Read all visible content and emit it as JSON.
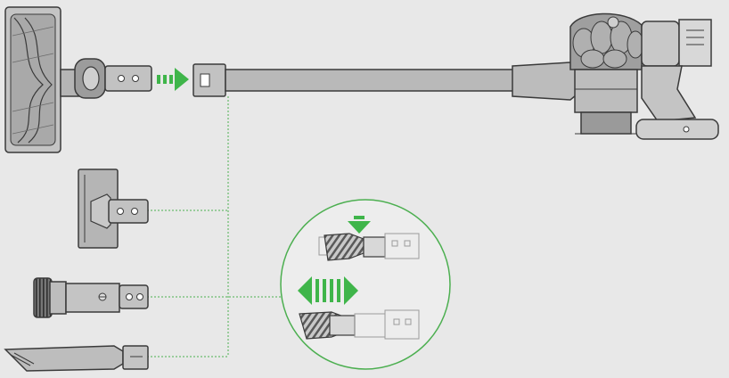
{
  "colors": {
    "background": "#e8e8e8",
    "part_fill": "#b9b9b9",
    "part_fill_light": "#d2d2d2",
    "part_fill_dark": "#8e8e8e",
    "outline": "#3a3a3a",
    "accent_green": "#3fb54a",
    "guide_green": "#4caf50",
    "circle_fill": "#ededed",
    "faded_outline": "#9a9a9a"
  },
  "icons": {
    "attach_arrow": "right-arrow-icon",
    "press_arrow": "down-arrow-icon",
    "slide_arrow": "double-horizontal-arrow-icon"
  },
  "parts": [
    "motorhead-cleaner-head",
    "wand-tube",
    "handheld-vacuum-body",
    "mini-motorised-tool",
    "combination-tool",
    "crevice-tool",
    "combination-tool-detail-view"
  ]
}
